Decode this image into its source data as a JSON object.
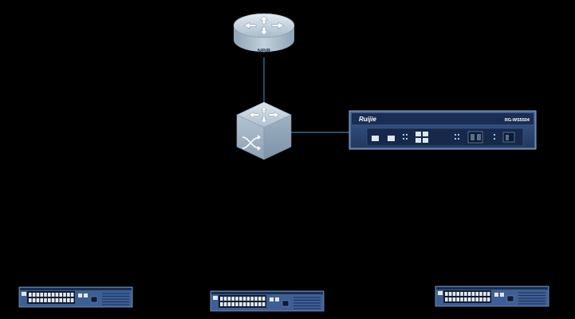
{
  "diagram": {
    "nodes": {
      "router": {
        "label": "NBR",
        "icon": "router-icon"
      },
      "core_switch": {
        "icon": "core-switch-icon"
      },
      "wireless_controller": {
        "brand": "Ruijie",
        "model": "RG-WS5504"
      },
      "access_switches": [
        {
          "icon": "access-switch-icon"
        },
        {
          "icon": "access-switch-icon"
        },
        {
          "icon": "access-switch-icon"
        }
      ]
    },
    "links": [
      {
        "from": "router",
        "to": "core_switch"
      },
      {
        "from": "core_switch",
        "to": "wireless_controller"
      }
    ],
    "colors": {
      "background": "#000000",
      "link": "#3c7fa6",
      "device_body": "#2c4a7c",
      "device_panel": "#1b2f57",
      "node_icon": "#b8c7d6"
    }
  }
}
